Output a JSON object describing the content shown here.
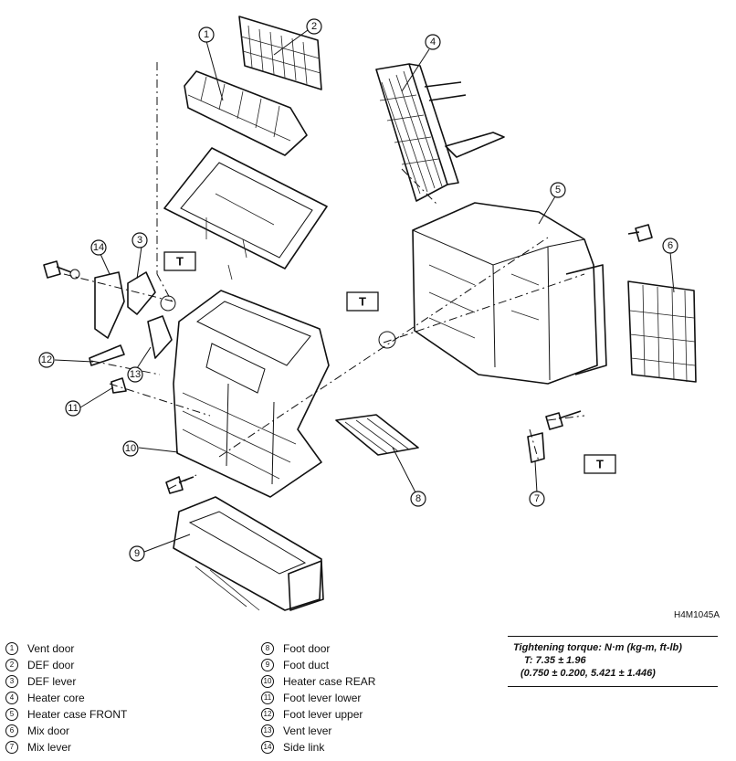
{
  "figure": {
    "reference_code": "H4M1045A",
    "torque_marker": "T"
  },
  "callouts": [
    "1",
    "2",
    "3",
    "4",
    "5",
    "6",
    "7",
    "8",
    "9",
    "10",
    "11",
    "12",
    "13",
    "14"
  ],
  "legend_left": [
    {
      "num": "1",
      "label": "Vent door"
    },
    {
      "num": "2",
      "label": "DEF door"
    },
    {
      "num": "3",
      "label": "DEF lever"
    },
    {
      "num": "4",
      "label": "Heater core"
    },
    {
      "num": "5",
      "label": "Heater case FRONT"
    },
    {
      "num": "6",
      "label": "Mix door"
    },
    {
      "num": "7",
      "label": "Mix lever"
    }
  ],
  "legend_right": [
    {
      "num": "8",
      "label": "Foot door"
    },
    {
      "num": "9",
      "label": "Foot duct"
    },
    {
      "num": "10",
      "label": "Heater case REAR"
    },
    {
      "num": "11",
      "label": "Foot lever lower"
    },
    {
      "num": "12",
      "label": "Foot lever upper"
    },
    {
      "num": "13",
      "label": "Vent lever"
    },
    {
      "num": "14",
      "label": "Side link"
    }
  ],
  "torque": {
    "heading": "Tightening torque: N·m (kg-m, ft-lb)",
    "line1": "T: 7.35 ± 1.96",
    "line2": "(0.750 ± 0.200, 5.421 ± 1.446)"
  }
}
